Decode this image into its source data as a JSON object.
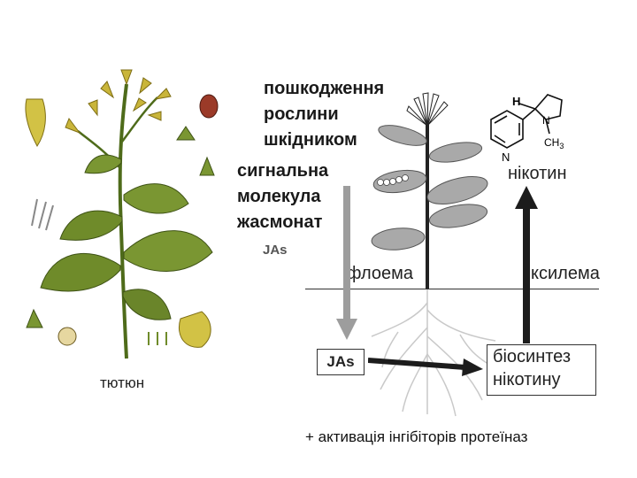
{
  "damage_label": [
    "пошкодження",
    "рослини",
    "шкідником"
  ],
  "signal_label": [
    "сигнальна",
    "молекула",
    "жасмонат"
  ],
  "jas_short_top": "JAs",
  "phloem_label": "флоема",
  "xylem_label": "ксилема",
  "nicotine_label": "нікотин",
  "jas_box_label": "JAs",
  "biosynthesis_label": [
    "біосинтез",
    "нікотину"
  ],
  "tobacco_label": "тютюн",
  "footer_note": "+ активація інгібіторів протеїназ",
  "molecule_atoms": {
    "h": "H",
    "n_ring": "N",
    "n_pyrrolidine": "N",
    "methyl": "CH3"
  },
  "colors": {
    "leaf": "#6f8b2a",
    "flower": "#c9b53a",
    "phloem_arrow": "#9d9d9d",
    "xylem_arrow": "#1c1c1c",
    "schematic_leaf": "#a9a9a9"
  }
}
